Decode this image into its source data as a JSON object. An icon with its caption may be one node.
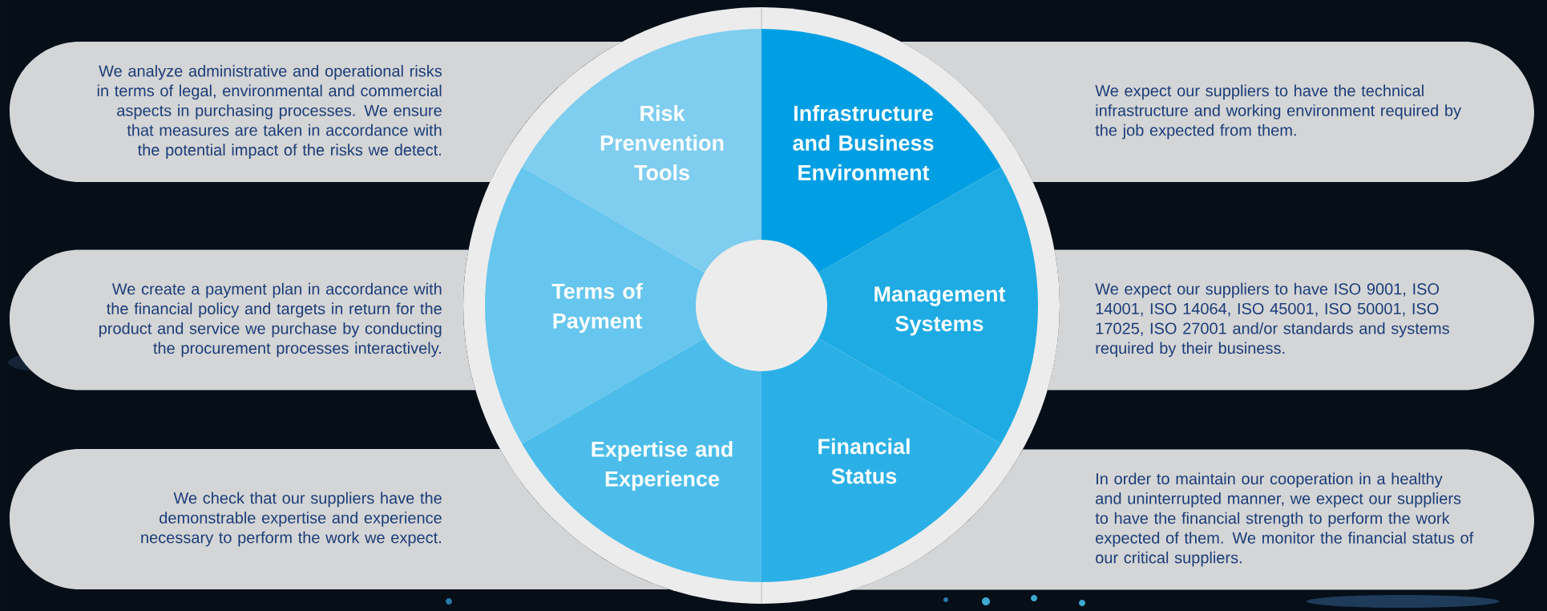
{
  "diagram": {
    "nodes": [
      {
        "text": [
          "We analyze administrative and operational risks in terms of legal, environmental and commercial aspects in purchasing processes. We ensure that measures are taken in accordance with the potential impact of the risks we detect."
        ]
      },
      {
        "text": [
          "Risk Prenvention Tools"
        ]
      },
      {
        "text": [
          "Infrastructure and Business Environment"
        ]
      },
      {
        "text": [
          "We expect our suppliers to have the technical infrastructure and working environment required by the job expected from them."
        ]
      },
      {
        "text": [
          "We create a payment plan in accordance with the financial policy and targets in return for the product and service we purchase by conducting the procurement processes interactively."
        ]
      },
      {
        "text": [
          "Terms of Payment"
        ]
      },
      {
        "text": [],
        "shape": "circle"
      },
      {
        "text": [
          "Management Systems"
        ]
      },
      {
        "text": [
          "We expect our suppliers to have ISO 9001, ISO 14001, ISO 14064, ISO 45001, ISO 50001, ISO 17025, ISO 27001 and/or standards and systems required by their business."
        ]
      },
      {
        "text": [
          "We check that our suppliers have the demonstrable expertise and experience necessary to perform the work we expect."
        ]
      },
      {
        "text": [
          "Expertise and Experience"
        ]
      },
      {
        "text": [
          "Financial Status"
        ]
      },
      {
        "text": [
          "In order to maintain our cooperation in a healthy and uninterrupted manner, we expect our suppliers to have the financial strength to perform the work expected of them. We monitor the financial status of our critical suppliers."
        ]
      }
    ]
  }
}
